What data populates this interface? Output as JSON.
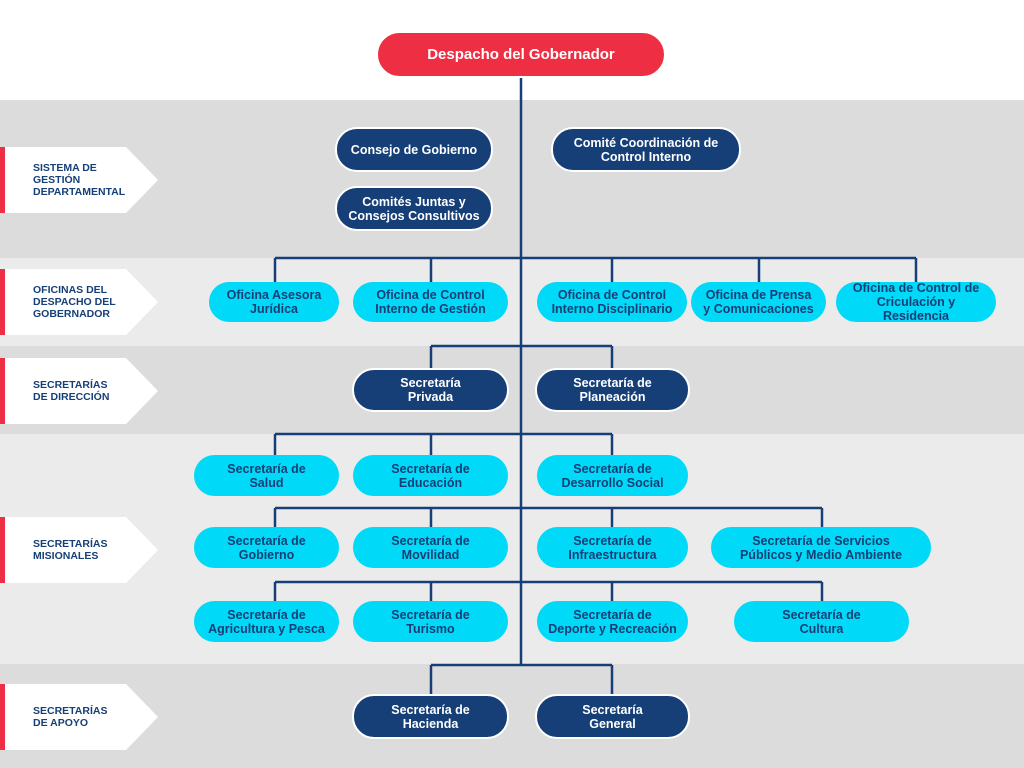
{
  "colors": {
    "navy": "#163f77",
    "cyan": "#00d9f7",
    "red": "#ee2e43",
    "band_dark": "#dcdcdc",
    "band_light": "#ebebeb",
    "line": "#163f77"
  },
  "root": "Despacho del Gobernador",
  "sections": [
    "SISTEMA DE\nGESTIÓN\nDEPARTAMENTAL",
    "OFICINAS DEL\nDESPACHO DEL\nGOBERNADOR",
    "SECRETARÍAS\nDE DIRECCIÓN",
    "SECRETARÍAS\nMISIONALES",
    "SECRETARÍAS\nDE APOYO"
  ],
  "sistema": {
    "consejo": "Consejo de Gobierno",
    "comites": "Comités Juntas y\nConsejos Consultivos",
    "comite_control": "Comité Coordinación de\nControl Interno"
  },
  "oficinas": [
    "Oficina Asesora\nJurídica",
    "Oficina de Control\nInterno de Gestión",
    "Oficina de Control\nInterno Disciplinario",
    "Oficina de Prensa\ny Comunicaciones",
    "Oficina de Control de\nCriculación y Residencia"
  ],
  "direccion": [
    "Secretaría\nPrivada",
    "Secretaría de\nPlaneación"
  ],
  "misionales": {
    "row1": [
      "Secretaría de\nSalud",
      "Secretaría de\nEducación",
      "Secretaría de\nDesarrollo Social"
    ],
    "row2": [
      "Secretaría de\nGobierno",
      "Secretaría de\nMovilidad",
      "Secretaría de\nInfraestructura",
      "Secretaría de Servicios\nPúblicos y Medio Ambiente"
    ],
    "row3": [
      "Secretaría de\nAgricultura y Pesca",
      "Secretaría de\nTurismo",
      "Secretaría de\nDeporte y Recreación",
      "Secretaría de\nCultura"
    ]
  },
  "apoyo": [
    "Secretaría de\nHacienda",
    "Secretaría\nGeneral"
  ]
}
